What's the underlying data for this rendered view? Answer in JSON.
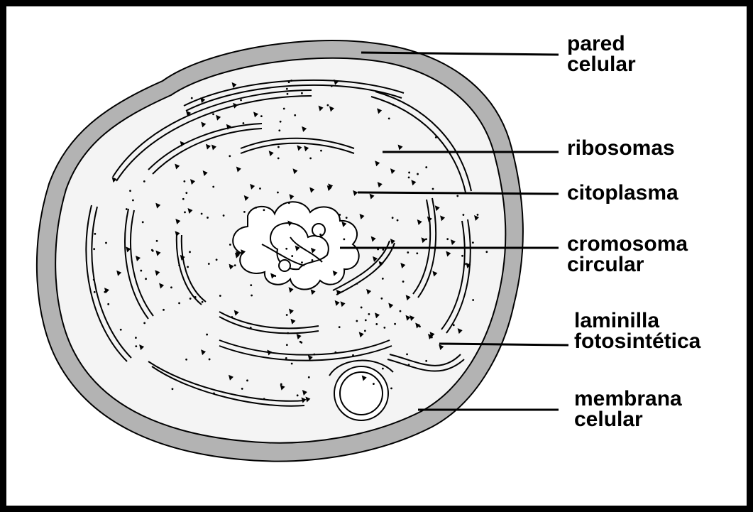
{
  "diagram": {
    "labels": [
      {
        "id": "pared",
        "lines": [
          "pared",
          "celular"
        ]
      },
      {
        "id": "ribosomas",
        "lines": [
          "ribosomas"
        ]
      },
      {
        "id": "citoplasma",
        "lines": [
          "citoplasma"
        ]
      },
      {
        "id": "cromosoma",
        "lines": [
          "cromosoma",
          "circular"
        ]
      },
      {
        "id": "laminilla",
        "lines": [
          "laminilla",
          "fotosintética"
        ]
      },
      {
        "id": "membrana",
        "lines": [
          "membrana",
          "celular"
        ]
      }
    ]
  },
  "colors": {
    "border": "#000000",
    "cell_wall": "#b3b3b3",
    "cytoplasm": "#f4f4f4",
    "ink": "#000000"
  }
}
